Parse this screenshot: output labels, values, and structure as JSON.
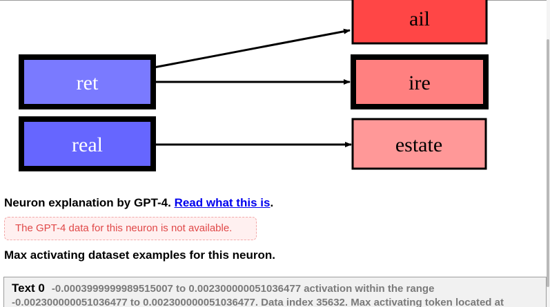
{
  "graph": {
    "left_nodes": [
      {
        "label": "ret",
        "color": "#7a7aff"
      },
      {
        "label": "real",
        "color": "#6666ff"
      }
    ],
    "right_nodes": [
      {
        "label": "ail",
        "color": "#ff4646"
      },
      {
        "label": "ire",
        "color": "#ff8080"
      },
      {
        "label": "estate",
        "color": "#ff9898"
      }
    ],
    "edges": [
      {
        "from": "ret",
        "to": "ail"
      },
      {
        "from": "ret",
        "to": "ire"
      },
      {
        "from": "real",
        "to": "estate"
      }
    ]
  },
  "explanation": {
    "prefix": "Neuron explanation by GPT-4.",
    "link_text": "Read what this is",
    "suffix": "."
  },
  "notice": {
    "text": "The GPT-4 data for this neuron is not available."
  },
  "examples_heading": "Max activating dataset examples for this neuron.",
  "example": {
    "title": "Text 0",
    "description": "-0.0003999999989515007 to 0.002300000051036477 activation within the range -0.002300000051036477 to 0.002300000051036477. Data index 35632. Max activating token located at"
  }
}
